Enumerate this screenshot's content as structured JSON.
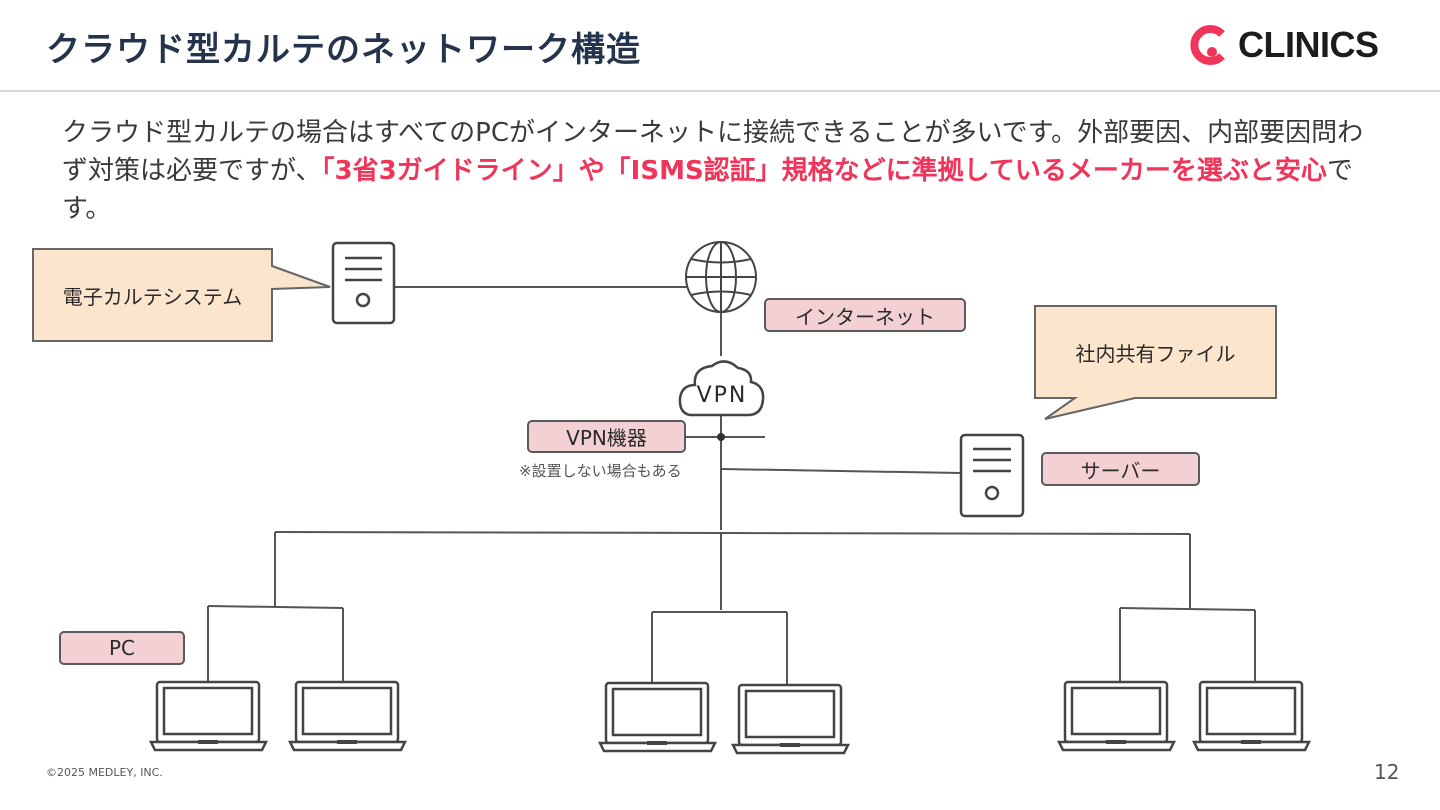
{
  "header": {
    "title": "クラウド型カルテのネットワーク構造",
    "logo_text": "CLINICS",
    "brand_color": "#f0345a"
  },
  "lead": {
    "text_1": "クラウド型カルテの場合はすべてのPCがインターネットに接続できることが多いです。外部要因、内部要因問わず対策は必要ですが、",
    "highlight": "「3省3ガイドライン」や「ISMS認証」規格などに準拠しているメーカーを選ぶと安心",
    "text_2": "です。"
  },
  "diagram": {
    "callout_emr": "電子カルテシステム",
    "callout_shared": "社内共有ファイル",
    "tag_internet": "インターネット",
    "vpn_cloud": "VPN",
    "tag_vpn_device": "VPN機器",
    "note_vpn": "※設置しない場合もある",
    "tag_server": "サーバー",
    "tag_pc": "PC",
    "callout_fill": "#fbe6cd",
    "tag_fill": "#f3d0d3"
  },
  "footer": {
    "copyright": "©2025 MEDLEY, INC.",
    "page": "12"
  }
}
